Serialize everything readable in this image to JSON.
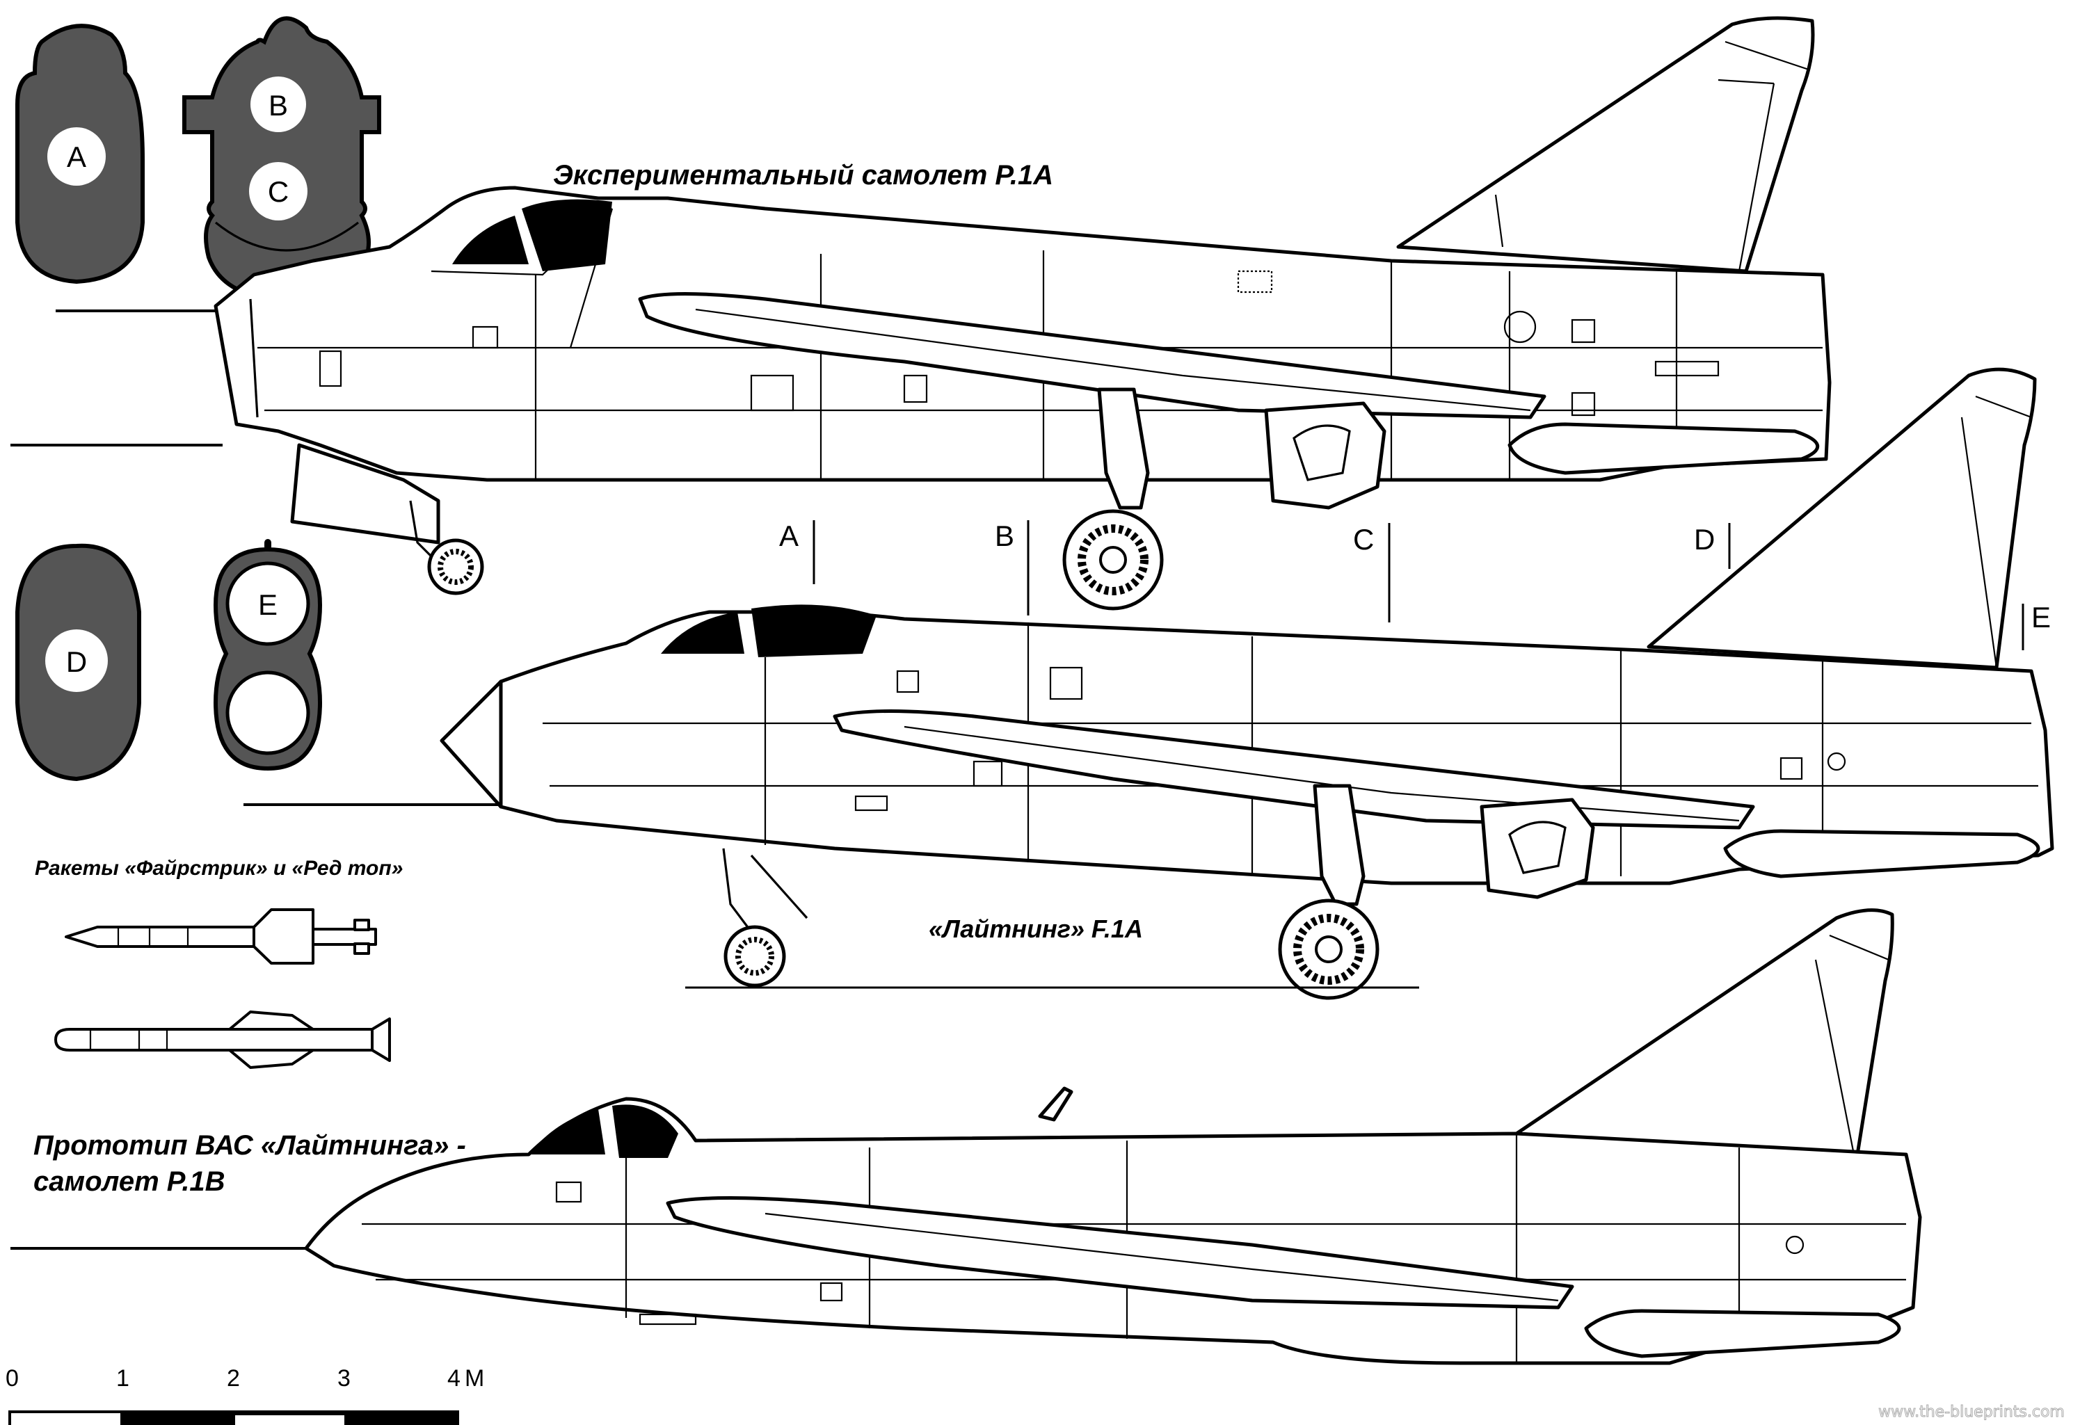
{
  "titles": {
    "p1a": "Экспериментальный самолет P.1A",
    "f1a": "«Лайтнинг» F.1A",
    "p1b_line1": "Прототип ВАС «Лайтнинга» -",
    "p1b_line2": "самолет P.1B",
    "missiles": "Ракеты «Файрстрик» и «Ред топ»"
  },
  "cross_sections": {
    "labels": [
      "A",
      "B",
      "C",
      "D",
      "E"
    ]
  },
  "section_markers": [
    "A",
    "B",
    "C",
    "D",
    "E"
  ],
  "scale_bar": {
    "ticks": [
      "0",
      "1",
      "2",
      "3",
      "4"
    ],
    "unit": "M"
  },
  "watermark": "www.the-blueprints.com",
  "colors": {
    "ink": "#000000",
    "paper": "#ffffff",
    "section_fill": "#555555"
  }
}
